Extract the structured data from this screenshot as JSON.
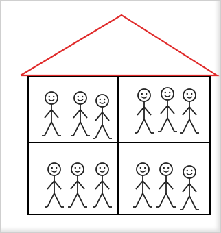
{
  "diagram": {
    "roof": {
      "stroke_color": "#e02a2a"
    },
    "house": {
      "stroke_color": "#000000"
    },
    "rooms": [
      {
        "people": 3
      },
      {
        "people": 3
      },
      {
        "people": 3
      },
      {
        "people": 3
      }
    ],
    "figure": {
      "face": "smiley",
      "stroke_color": "#222222"
    }
  }
}
